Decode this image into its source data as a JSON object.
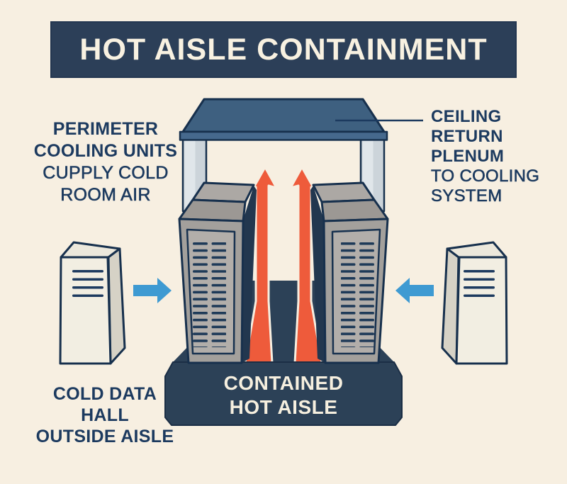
{
  "title": "HOT AISLE CONTAINMENT",
  "labels": {
    "perimeter_cooling": {
      "lines": [
        "PERIMETER",
        "COOLING UNITS",
        "CUPPLY COLD",
        "ROOM AIR"
      ]
    },
    "ceiling_return": {
      "lines": [
        "CEILING",
        "RETURN",
        "PLENUM",
        "TO COOLING",
        "SYSTEM"
      ]
    },
    "cold_data_hall": {
      "lines": [
        "COLD DATA",
        "HALL",
        "OUTSIDE AISLE"
      ]
    },
    "contained_hot_aisle": {
      "lines": [
        "CONTAINED",
        "HOT AISLE"
      ]
    }
  },
  "icons": {
    "hot_air_arrows": "orange upward hot-air arrows",
    "cold_air_arrows": "blue inward cold-air arrows"
  },
  "colors": {
    "background": "#f7efe1",
    "banner_navy": "#2c3f58",
    "text_navy": "#1c3a5f",
    "floor_navy": "#2c4157",
    "outline_navy": "#17304d",
    "plenum_blue": "#3e6080",
    "plenum_band_blue": "#46698d",
    "hot_orange": "#ee5b3b",
    "cold_blue": "#3e9ad2",
    "rack_gray": "#a3a09c",
    "cabinet_cream": "#f2eee2",
    "cream_text": "#f8f1e1"
  }
}
